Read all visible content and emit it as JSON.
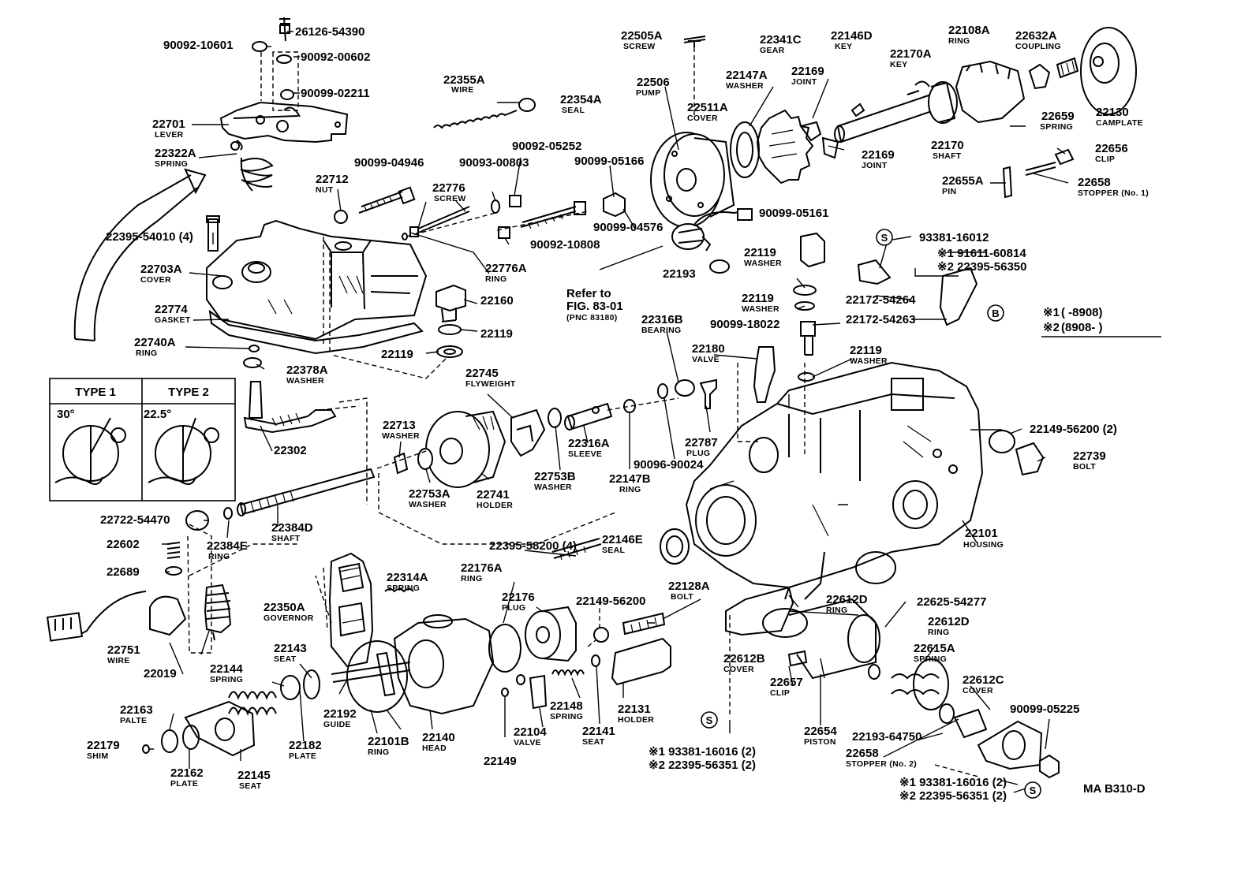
{
  "diagram_code": "MA B310-D",
  "legend": {
    "l1_mark": "※1",
    "l1_range": "(       -8908)",
    "l2_mark": "※2",
    "l2_range": "(8908-       )"
  },
  "types": {
    "type1": "TYPE 1",
    "type2": "TYPE 2",
    "angle1": "30°",
    "angle2": "22.5°"
  },
  "refer": {
    "line1": "Refer to",
    "line2": "FIG. 83-01",
    "line3": "(PNC 83180)"
  },
  "symbols": {
    "s": "S",
    "b": "B"
  },
  "labels": [
    {
      "id": "p26126",
      "number": "26126-54390",
      "name": ""
    },
    {
      "id": "p9009210601",
      "number": "90092-10601",
      "name": ""
    },
    {
      "id": "p9009200602",
      "number": "90092-00602",
      "name": ""
    },
    {
      "id": "p9009902211",
      "number": "90099-02211",
      "name": ""
    },
    {
      "id": "p22701",
      "number": "22701",
      "name": "LEVER"
    },
    {
      "id": "p22322A",
      "number": "22322A",
      "name": "SPRING"
    },
    {
      "id": "p22355A",
      "number": "22355A",
      "name": "WIRE"
    },
    {
      "id": "p22354A",
      "number": "22354A",
      "name": "SEAL"
    },
    {
      "id": "p22505A",
      "number": "22505A",
      "name": "SCREW"
    },
    {
      "id": "p22506",
      "number": "22506",
      "name": "PUMP"
    },
    {
      "id": "p22511A",
      "number": "22511A",
      "name": "COVER"
    },
    {
      "id": "p22147A",
      "number": "22147A",
      "name": "WASHER"
    },
    {
      "id": "p22341C",
      "number": "22341C",
      "name": "GEAR"
    },
    {
      "id": "p22169a",
      "number": "22169",
      "name": "JOINT"
    },
    {
      "id": "p22146D",
      "number": "22146D",
      "name": "KEY"
    },
    {
      "id": "p22170A",
      "number": "22170A",
      "name": "KEY"
    },
    {
      "id": "p22108A",
      "number": "22108A",
      "name": "RING"
    },
    {
      "id": "p22632A",
      "number": "22632A",
      "name": "COUPLING"
    },
    {
      "id": "p22659",
      "number": "22659",
      "name": "SPRING"
    },
    {
      "id": "p22130",
      "number": "22130",
      "name": "CAMPLATE"
    },
    {
      "id": "p22170",
      "number": "22170",
      "name": "SHAFT"
    },
    {
      "id": "p22169b",
      "number": "22169",
      "name": "JOINT"
    },
    {
      "id": "p22656",
      "number": "22656",
      "name": "CLIP"
    },
    {
      "id": "p22655A",
      "number": "22655A",
      "name": "PIN"
    },
    {
      "id": "p22658a",
      "number": "22658",
      "name": "STOPPER (No. 1)"
    },
    {
      "id": "p9009905161",
      "number": "90099-05161",
      "name": ""
    },
    {
      "id": "p93381a",
      "number": "93381-16012",
      "name": ""
    },
    {
      "id": "p91611",
      "number": "※1 91611-60814",
      "name": ""
    },
    {
      "id": "p22395b",
      "number": "※2 22395-56350",
      "name": ""
    },
    {
      "id": "p22172a",
      "number": "22172-54264",
      "name": ""
    },
    {
      "id": "p22172b",
      "number": "22172-54263",
      "name": ""
    },
    {
      "id": "p22119a",
      "number": "22119",
      "name": "WASHER"
    },
    {
      "id": "p22119b",
      "number": "22119",
      "name": "WASHER"
    },
    {
      "id": "p22193",
      "number": "22193",
      "name": ""
    },
    {
      "id": "p9009918022",
      "number": "90099-18022",
      "name": ""
    },
    {
      "id": "p22316B",
      "number": "22316B",
      "name": "BEARING"
    },
    {
      "id": "p22180",
      "number": "22180",
      "name": "VALVE"
    },
    {
      "id": "p22119c",
      "number": "22119",
      "name": "WASHER"
    },
    {
      "id": "p22787",
      "number": "22787",
      "name": "PLUG"
    },
    {
      "id": "p9009690024",
      "number": "90096-90024",
      "name": ""
    },
    {
      "id": "p22149a",
      "number": "22149-56200 (2)",
      "name": ""
    },
    {
      "id": "p22739",
      "number": "22739",
      "name": "BOLT"
    },
    {
      "id": "p22101",
      "number": "22101",
      "name": "HOUSING"
    },
    {
      "id": "p9009204946",
      "number": "90099-04946",
      "name": ""
    },
    {
      "id": "p22712",
      "number": "22712",
      "name": "NUT"
    },
    {
      "id": "p22776",
      "number": "22776",
      "name": "SCREW"
    },
    {
      "id": "p9009300803",
      "number": "90093-00803",
      "name": ""
    },
    {
      "id": "p9009205252",
      "number": "90092-05252",
      "name": ""
    },
    {
      "id": "p9009905166",
      "number": "90099-05166",
      "name": ""
    },
    {
      "id": "p9009904576",
      "number": "90099-04576",
      "name": ""
    },
    {
      "id": "p9009210808",
      "number": "90092-10808",
      "name": ""
    },
    {
      "id": "p22776A",
      "number": "22776A",
      "name": "RING"
    },
    {
      "id": "p22160",
      "number": "22160",
      "name": ""
    },
    {
      "id": "p22119d",
      "number": "22119",
      "name": ""
    },
    {
      "id": "p22119e",
      "number": "22119",
      "name": ""
    },
    {
      "id": "p22395a",
      "number": "22395-54010 (4)",
      "name": ""
    },
    {
      "id": "p22703A",
      "number": "22703A",
      "name": "COVER"
    },
    {
      "id": "p22774",
      "number": "22774",
      "name": "GASKET"
    },
    {
      "id": "p22740A",
      "number": "22740A",
      "name": "RING"
    },
    {
      "id": "p22378A",
      "number": "22378A",
      "name": "WASHER"
    },
    {
      "id": "p22302",
      "number": "22302",
      "name": ""
    },
    {
      "id": "p22745",
      "number": "22745",
      "name": "FLYWEIGHT"
    },
    {
      "id": "p22713",
      "number": "22713",
      "name": "WASHER"
    },
    {
      "id": "p22753A",
      "number": "22753A",
      "name": "WASHER"
    },
    {
      "id": "p22741",
      "number": "22741",
      "name": "HOLDER"
    },
    {
      "id": "p22753B",
      "number": "22753B",
      "name": "WASHER"
    },
    {
      "id": "p22316A",
      "number": "22316A",
      "name": "SLEEVE"
    },
    {
      "id": "p22147B",
      "number": "22147B",
      "name": "RING"
    },
    {
      "id": "p22722",
      "number": "22722-54470",
      "name": ""
    },
    {
      "id": "p22384D",
      "number": "22384D",
      "name": "SHAFT"
    },
    {
      "id": "p22602",
      "number": "22602",
      "name": ""
    },
    {
      "id": "p22384E",
      "number": "22384E",
      "name": "RING"
    },
    {
      "id": "p22689",
      "number": "22689",
      "name": ""
    },
    {
      "id": "p22395c",
      "number": "22395-58200 (4)",
      "name": ""
    },
    {
      "id": "p22146E",
      "number": "22146E",
      "name": "SEAL"
    },
    {
      "id": "p22314A",
      "number": "22314A",
      "name": "SPRING"
    },
    {
      "id": "p22176A",
      "number": "22176A",
      "name": "RING"
    },
    {
      "id": "p22176",
      "number": "22176",
      "name": "PLUG"
    },
    {
      "id": "p22149b",
      "number": "22149-56200",
      "name": ""
    },
    {
      "id": "p22128A",
      "number": "22128A",
      "name": "BOLT"
    },
    {
      "id": "p22612D",
      "number": "22612D",
      "name": "RING"
    },
    {
      "id": "p22625",
      "number": "22625-54277",
      "name": ""
    },
    {
      "id": "p22350A",
      "number": "22350A",
      "name": "GOVERNOR"
    },
    {
      "id": "p22751",
      "number": "22751",
      "name": "WIRE"
    },
    {
      "id": "p22019",
      "number": "22019",
      "name": ""
    },
    {
      "id": "p22144",
      "number": "22144",
      "name": "SPRING"
    },
    {
      "id": "p22143",
      "number": "22143",
      "name": "SEAT"
    },
    {
      "id": "p22612B",
      "number": "22612B",
      "name": "COVER"
    },
    {
      "id": "p22612Db",
      "number": "22612D",
      "name": "RING"
    },
    {
      "id": "p22615A",
      "number": "22615A",
      "name": "SPRING"
    },
    {
      "id": "p22657",
      "number": "22657",
      "name": "CLIP"
    },
    {
      "id": "p22612C",
      "number": "22612C",
      "name": "COVER"
    },
    {
      "id": "p22192",
      "number": "22192",
      "name": "GUIDE"
    },
    {
      "id": "p22148",
      "number": "22148",
      "name": "SPRING"
    },
    {
      "id": "p22131",
      "number": "22131",
      "name": "HOLDER"
    },
    {
      "id": "p22141",
      "number": "22141",
      "name": "SEAT"
    },
    {
      "id": "p9009905225",
      "number": "90099-05225",
      "name": ""
    },
    {
      "id": "p22163",
      "number": "22163",
      "name": "PALTE"
    },
    {
      "id": "p22179",
      "number": "22179",
      "name": "SHIM"
    },
    {
      "id": "p22162",
      "number": "22162",
      "name": "PLATE"
    },
    {
      "id": "p22145",
      "number": "22145",
      "name": "SEAT"
    },
    {
      "id": "p22182",
      "number": "22182",
      "name": "PLATE"
    },
    {
      "id": "p22101B",
      "number": "22101B",
      "name": "RING"
    },
    {
      "id": "p22140",
      "number": "22140",
      "name": "HEAD"
    },
    {
      "id": "p22104",
      "number": "22104",
      "name": "VALVE"
    },
    {
      "id": "p22149c",
      "number": "22149",
      "name": ""
    },
    {
      "id": "p22654",
      "number": "22654",
      "name": "PISTON"
    },
    {
      "id": "p22193b",
      "number": "22193-64750",
      "name": ""
    },
    {
      "id": "p22658b",
      "number": "22658",
      "name": "STOPPER (No. 2)"
    },
    {
      "id": "p93381b",
      "number": "※1 93381-16016 (2)",
      "name": ""
    },
    {
      "id": "p22395d",
      "number": "※2 22395-56351 (2)",
      "name": ""
    },
    {
      "id": "p93381c",
      "number": "※1 93381-16016 (2)",
      "name": ""
    },
    {
      "id": "p22395e",
      "number": "※2 22395-56351 (2)",
      "name": ""
    }
  ]
}
